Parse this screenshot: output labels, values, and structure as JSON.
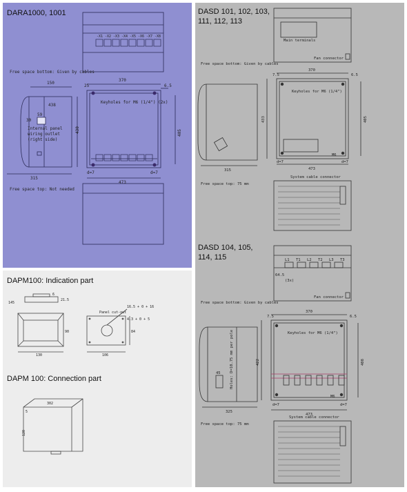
{
  "dara": {
    "title": "DARA1000, 1001",
    "note_bottom": "Free space bottom: Given by cables",
    "note_top": "Free space top: Not needed",
    "dim_150": "150",
    "dim_370": "370",
    "dim_25": "25",
    "dim_65": "6.5",
    "dim_438": "438",
    "dim_430": "430",
    "dim_405": "405",
    "dim_315": "315",
    "dim_473": "473",
    "dim_d7": "d=7",
    "dim_59": "59",
    "dim_30": "30",
    "keyholes": "Keyholes for M6  (1/4\")  (2x)",
    "wiring": [
      "Internal panel",
      "wiring outlet",
      "(right side)"
    ],
    "terminal_labels": [
      "-X1",
      "-X2",
      "-X3",
      "-X4",
      "-X5",
      "-X6",
      "-X7",
      "-X8"
    ]
  },
  "dapm_ind": {
    "title": "DAPM100: Indication part",
    "dim_a": "6",
    "dim_b": "21.5",
    "dim_c": "145",
    "dim_d": "130",
    "dim_e": "90",
    "dim_f": "106",
    "dim_g": "84",
    "cutout": "Panel cut-out",
    "hole1": "16.5 + 0 + 16",
    "hole2": "4.3 + 0 + 5"
  },
  "dapm_con": {
    "title": "DAPM 100: Connection part",
    "dim_top": "302",
    "dim_side": "120",
    "dim_5": "5"
  },
  "dasd1": {
    "title_l1": "DASD 101, 102, 103,",
    "title_l2": "111, 112, 113",
    "main_terminals": "Main terminals",
    "fan": "Fan connector",
    "note_bottom": "Free space bottom: Given by cables",
    "note_top": "Free space top: 75 mm",
    "dim_370": "370",
    "dim_75": "7.5",
    "dim_65": "6.5",
    "dim_433": "433",
    "dim_405": "405",
    "dim_315": "315",
    "dim_473": "473",
    "d7": "d=7",
    "keyholes": "Keyholes for M6  (1/4\")",
    "m6": "M6",
    "cable": "System cable connector"
  },
  "dasd2": {
    "title_l1": "DASD 104, 105,",
    "title_l2": "114, 115",
    "terminals": [
      "L1",
      "T1",
      "L2",
      "T2",
      "L3",
      "T3"
    ],
    "dim_64": "64.5",
    "dim_3x": "(3x)",
    "fan": "Fan connector",
    "note_bottom": "Free space bottom: Given by cables",
    "note_top": "Free space top: 75 mm",
    "dim_370": "370",
    "dim_75": "7.5",
    "dim_65": "6.5",
    "dim_422": "422",
    "dim_408": "408",
    "dim_325": "325",
    "dim_473": "473",
    "d7": "d=7",
    "keyholes": "Keyholes for M6  (1/4\")",
    "holes": "Holes: D=10.75 mm per pole",
    "dim_45": "45",
    "m6": "M6",
    "cable": "System cable connector"
  }
}
